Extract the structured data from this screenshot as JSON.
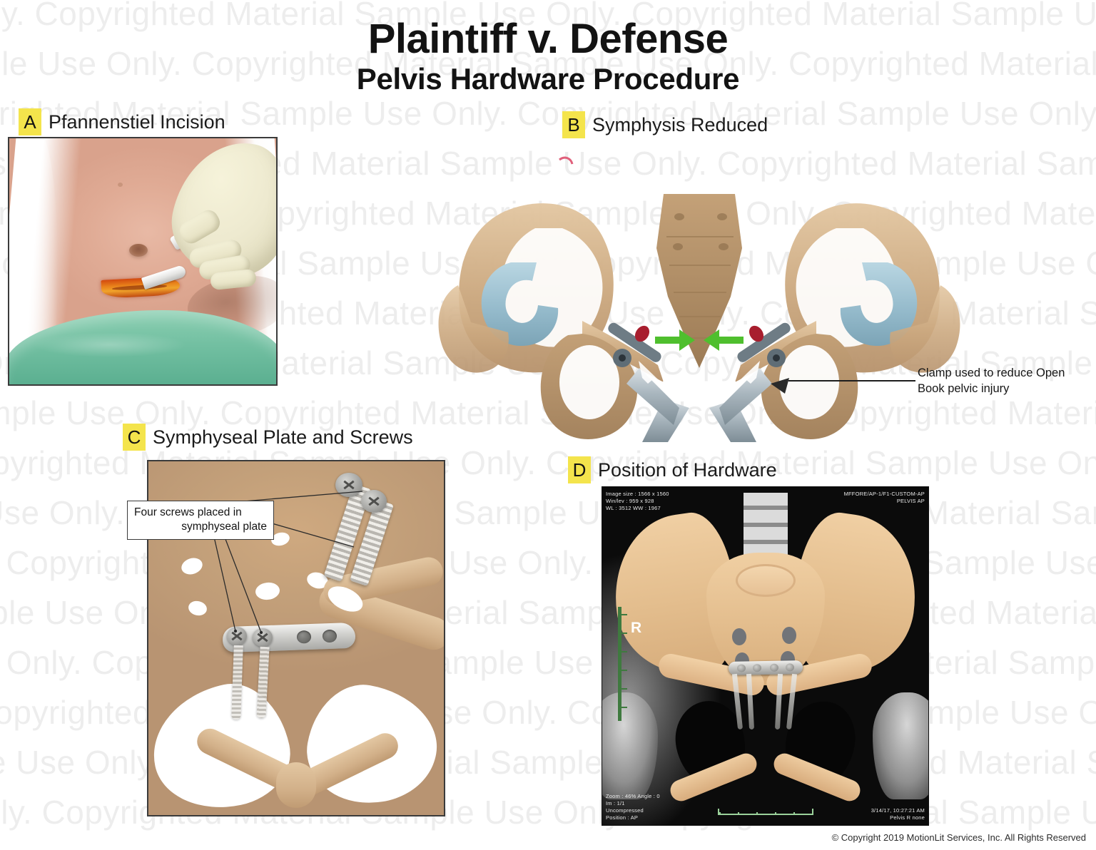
{
  "header": {
    "title": "Plaintiff v. Defense",
    "subtitle": "Pelvis Hardware Procedure"
  },
  "watermark": {
    "text": "Sample Use Only. Copyrighted Material",
    "color": "#000000",
    "opacity": "0.07"
  },
  "theme": {
    "badge_color": "#F4E44C",
    "bone_color": "#C9A47E",
    "cartilage_color": "#9CBFCE",
    "metal_color": "#C7C7C4",
    "arrow_color": "#4FBF2E",
    "drape_color": "#73C0A2",
    "incision_color": "#E8801A"
  },
  "panels": [
    {
      "id": "A",
      "badge": "A",
      "title": "Pfannenstiel Incision",
      "framed": true
    },
    {
      "id": "B",
      "badge": "B",
      "title": "Symphysis Reduced",
      "framed": false,
      "callout": {
        "line1": "Clamp used to reduce Open",
        "line2": "Book pelvic injury"
      }
    },
    {
      "id": "C",
      "badge": "C",
      "title": "Symphyseal Plate and Screws",
      "framed": true,
      "callout": {
        "line1": "Four screws placed in",
        "line2": "symphyseal plate"
      }
    },
    {
      "id": "D",
      "badge": "D",
      "title": "Position of Hardware",
      "framed": true,
      "xray": {
        "orientation_marker": "R",
        "meta_top_left": "Image size : 1566 x 1560\nWin/lev : 959 x 928\nWL : 3512  WW : 1967",
        "meta_top_right": "MFFORE/AP-1/F1-CUSTOM-AP\nPELVIS  AP",
        "meta_bottom_left": "Zoom : 46%  Angle : 0\nIm : 1/1\nUncompressed\nPosition : AP",
        "meta_bottom_right": "3/14/17, 10:27:21 AM\nPelvis R none"
      }
    }
  ],
  "footer": {
    "copyright": "© Copyright 2019 MotionLit Services, Inc. All Rights Reserved"
  }
}
